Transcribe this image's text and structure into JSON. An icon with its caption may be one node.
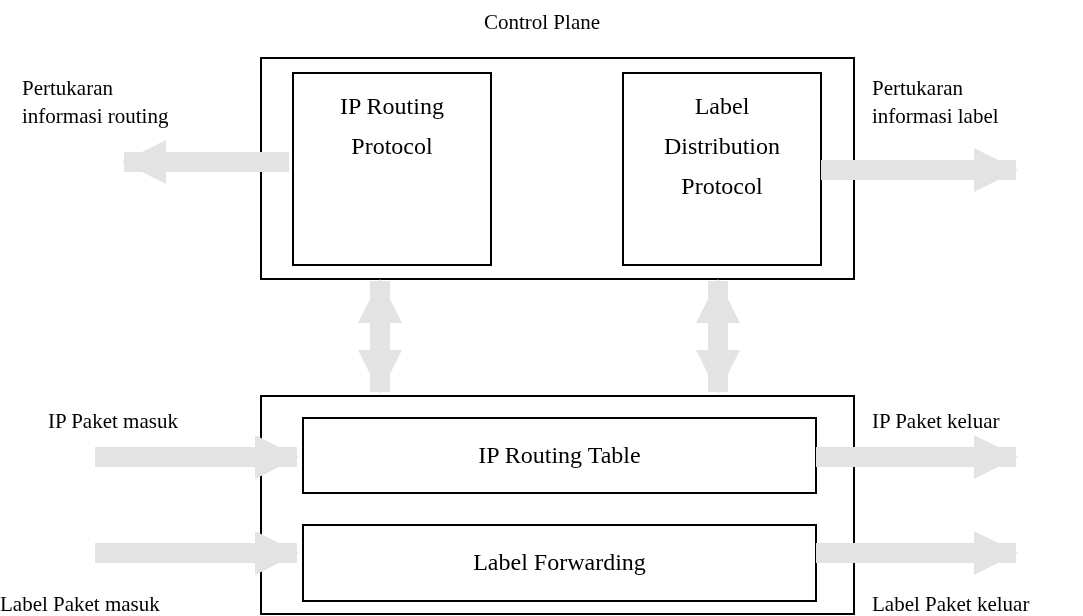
{
  "diagram": {
    "nodes": [
      {
        "text": [
          "Control Plane"
        ]
      },
      {
        "text": [
          "IP Routing Protocol"
        ],
        "in": 0
      },
      {
        "text": [
          "Label Distribution Protocol"
        ],
        "in": 0
      },
      {
        "text": [],
        "shape": "box"
      },
      {
        "text": [
          "IP Routing Table"
        ],
        "in": 3
      },
      {
        "text": [
          "Label Forwarding"
        ],
        "in": 3
      }
    ],
    "edges": [
      {
        "from": 1,
        "to": null,
        "arrow": "to",
        "label": "Pertukaran informasi routing"
      },
      {
        "from": 2,
        "to": null,
        "arrow": "to",
        "label": "Pertukaran informasi label"
      },
      {
        "from": 0,
        "to": 3,
        "arrow": "both"
      },
      {
        "from": 0,
        "to": 3,
        "arrow": "both"
      },
      {
        "from": null,
        "to": 4,
        "arrow": "to",
        "label": "IP Paket masuk"
      },
      {
        "from": 4,
        "to": null,
        "arrow": "to",
        "label": "IP Paket keluar"
      },
      {
        "from": null,
        "to": 5,
        "arrow": "to",
        "label": "Label Paket masuk"
      },
      {
        "from": 5,
        "to": null,
        "arrow": "to",
        "label": "Label Paket keluar"
      }
    ]
  }
}
